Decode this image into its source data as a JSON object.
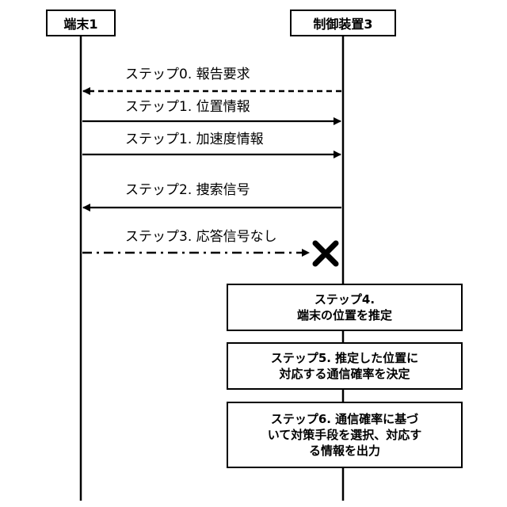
{
  "actors": {
    "terminal": "端末1",
    "controller": "制御装置3"
  },
  "messages": [
    {
      "label": "ステップ0. 報告要求",
      "direction": "controller-to-terminal",
      "line": "dashed"
    },
    {
      "label": "ステップ1. 位置情報",
      "direction": "terminal-to-controller",
      "line": "solid"
    },
    {
      "label": "ステップ1. 加速度情報",
      "direction": "terminal-to-controller",
      "line": "solid"
    },
    {
      "label": "ステップ2. 捜索信号",
      "direction": "controller-to-terminal",
      "line": "solid"
    },
    {
      "label": "ステップ3. 応答信号なし",
      "direction": "terminal-to-controller",
      "line": "dash-dot",
      "failed": true
    }
  ],
  "process_steps": [
    {
      "lines": [
        "ステップ4.",
        "端末の位置を推定"
      ]
    },
    {
      "lines": [
        "ステップ5. 推定した位置に",
        "対応する通信確率を決定"
      ]
    },
    {
      "lines": [
        "ステップ6. 通信確率に基づ",
        "いて対策手段を選択、対応す",
        "る情報を出力"
      ]
    }
  ],
  "icons": {
    "failure": "x-mark-icon"
  }
}
